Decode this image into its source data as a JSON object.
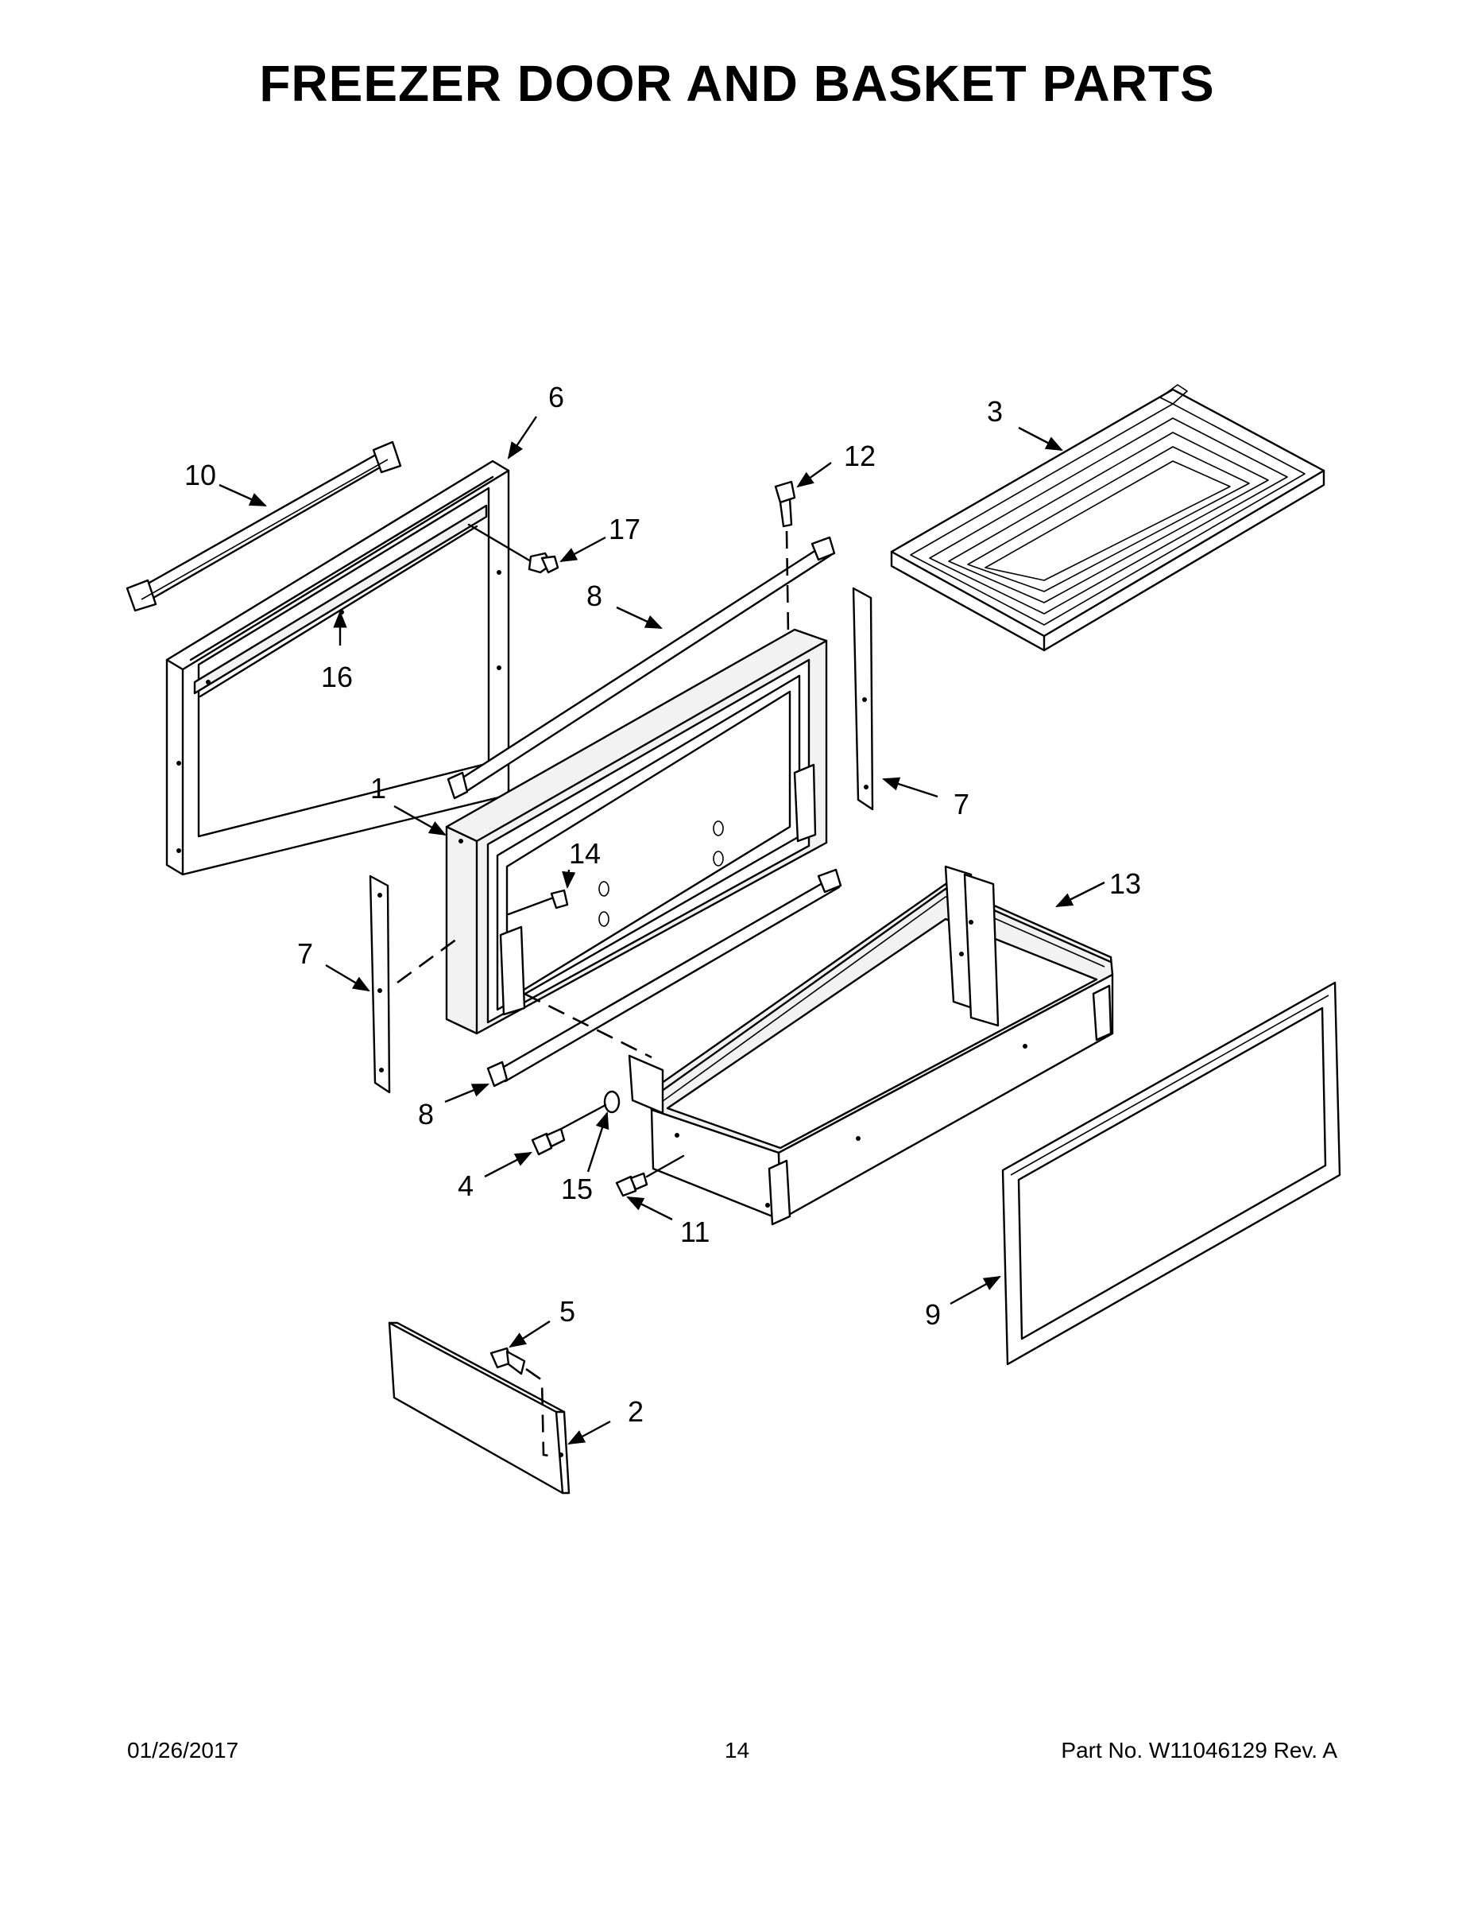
{
  "title": "FREEZER DOOR AND BASKET PARTS",
  "callouts": {
    "c1": "1",
    "c2": "2",
    "c3": "3",
    "c4": "4",
    "c5": "5",
    "c6": "6",
    "c7a": "7",
    "c7b": "7",
    "c8a": "8",
    "c8b": "8",
    "c9": "9",
    "c10": "10",
    "c11": "11",
    "c12": "12",
    "c13": "13",
    "c14": "14",
    "c15": "15",
    "c16": "16",
    "c17": "17"
  },
  "footer": {
    "date": "01/26/2017",
    "page": "14",
    "part_number": "Part No.  W11046129  Rev.  A"
  }
}
